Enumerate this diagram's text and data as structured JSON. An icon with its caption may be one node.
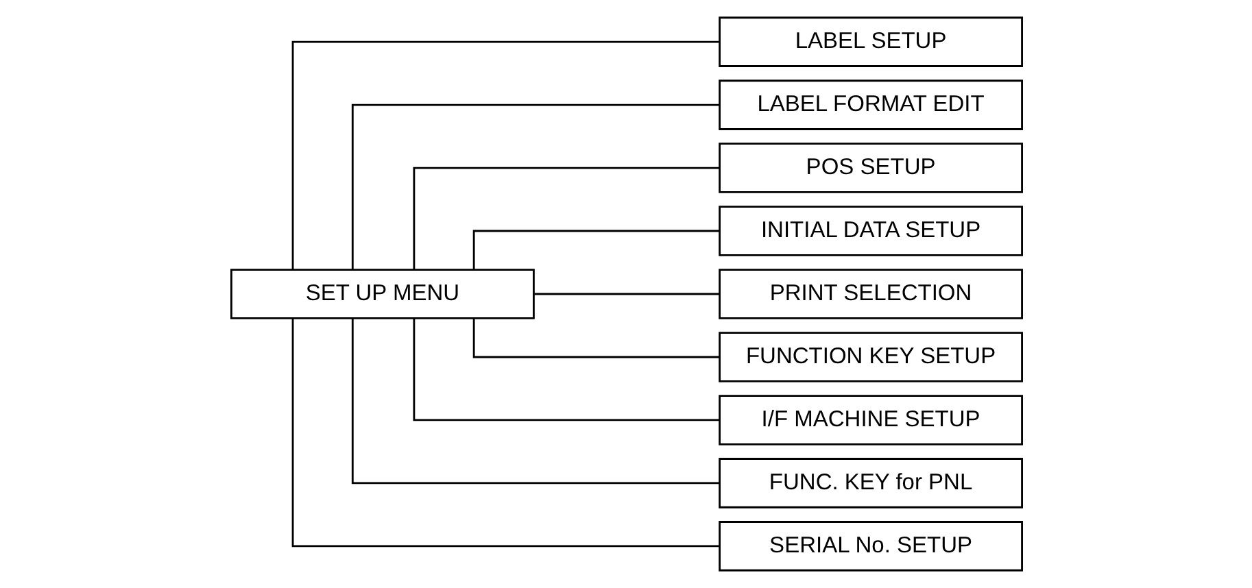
{
  "diagram": {
    "nodes": [
      {
        "text": [
          "SET UP MENU"
        ]
      },
      {
        "text": [
          "LABEL SETUP"
        ]
      },
      {
        "text": [
          "LABEL FORMAT EDIT"
        ]
      },
      {
        "text": [
          "POS SETUP"
        ]
      },
      {
        "text": [
          "INITIAL DATA SETUP"
        ]
      },
      {
        "text": [
          "PRINT SELECTION"
        ]
      },
      {
        "text": [
          "FUNCTION KEY SETUP"
        ]
      },
      {
        "text": [
          "I/F MACHINE SETUP"
        ]
      },
      {
        "text": [
          "FUNC. KEY for PNL"
        ]
      },
      {
        "text": [
          "SERIAL No. SETUP"
        ]
      }
    ],
    "edges": [
      {
        "from": 0,
        "to": 1,
        "arrow": "none"
      },
      {
        "from": 0,
        "to": 2,
        "arrow": "none"
      },
      {
        "from": 0,
        "to": 3,
        "arrow": "none"
      },
      {
        "from": 0,
        "to": 4,
        "arrow": "none"
      },
      {
        "from": 0,
        "to": 5,
        "arrow": "none"
      },
      {
        "from": 0,
        "to": 6,
        "arrow": "none"
      },
      {
        "from": 0,
        "to": 7,
        "arrow": "none"
      },
      {
        "from": 0,
        "to": 8,
        "arrow": "none"
      },
      {
        "from": 0,
        "to": 9,
        "arrow": "none"
      }
    ]
  }
}
